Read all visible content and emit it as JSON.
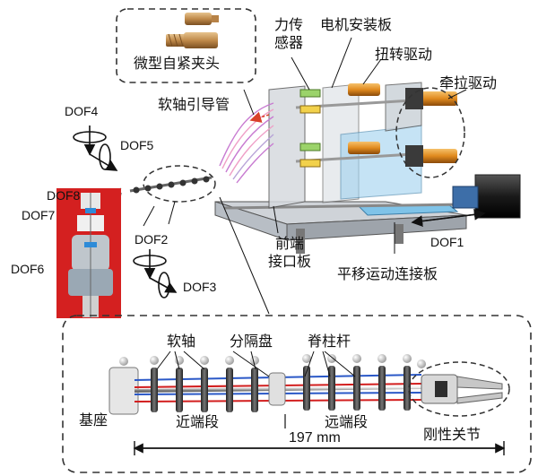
{
  "labels": {
    "micro_chuck": "微型自紧夹头",
    "force_sensor_l1": "力传",
    "force_sensor_l2": "感器",
    "motor_plate": "电机安装板",
    "torsion_drive": "扭转驱动",
    "traction_drive": "牵拉驱动",
    "guide_tube": "软轴引导管",
    "front_port_l1": "前端",
    "front_port_l2": "接口板",
    "translation_plate": "平移运动连接板",
    "soft_shaft": "软轴",
    "spacer_disk": "分隔盘",
    "spine_rod": "脊柱杆",
    "base": "基座",
    "proximal": "近端段",
    "distal": "远端段",
    "rigid_joint": "刚性关节",
    "length": "197 mm"
  },
  "dof": {
    "dof1": "DOF1",
    "dof2": "DOF2",
    "dof3": "DOF3",
    "dof4": "DOF4",
    "dof5": "DOF5",
    "dof6": "DOF6",
    "dof7": "DOF7",
    "dof8": "DOF8"
  },
  "colors": {
    "dashed": "#333333",
    "red_arrow": "#d9402a",
    "motor_orange": "#e08a1e",
    "plate_blue": "#7fc3e8",
    "photo_red": "#d42020"
  }
}
